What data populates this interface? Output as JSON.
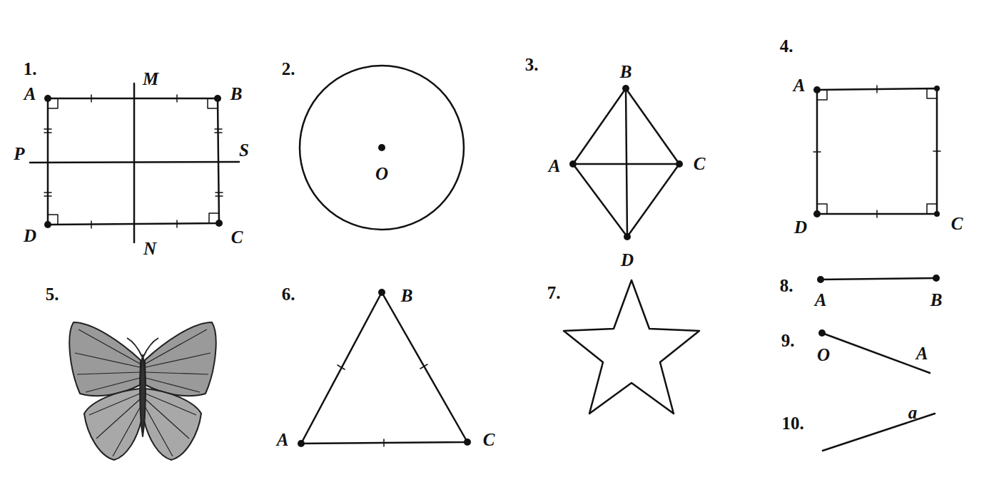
{
  "diagram": {
    "labels": [
      "1.",
      "M",
      "A",
      "B",
      "P",
      "S",
      "D",
      "N",
      "C",
      "2.",
      "O",
      "3.",
      "B",
      "A",
      "C",
      "D",
      "4.",
      "A",
      "D",
      "C",
      "5.",
      "6.",
      "B",
      "A",
      "C",
      "7.",
      "8.",
      "A",
      "B",
      "9.",
      "O",
      "A",
      "10.",
      "a"
    ]
  }
}
